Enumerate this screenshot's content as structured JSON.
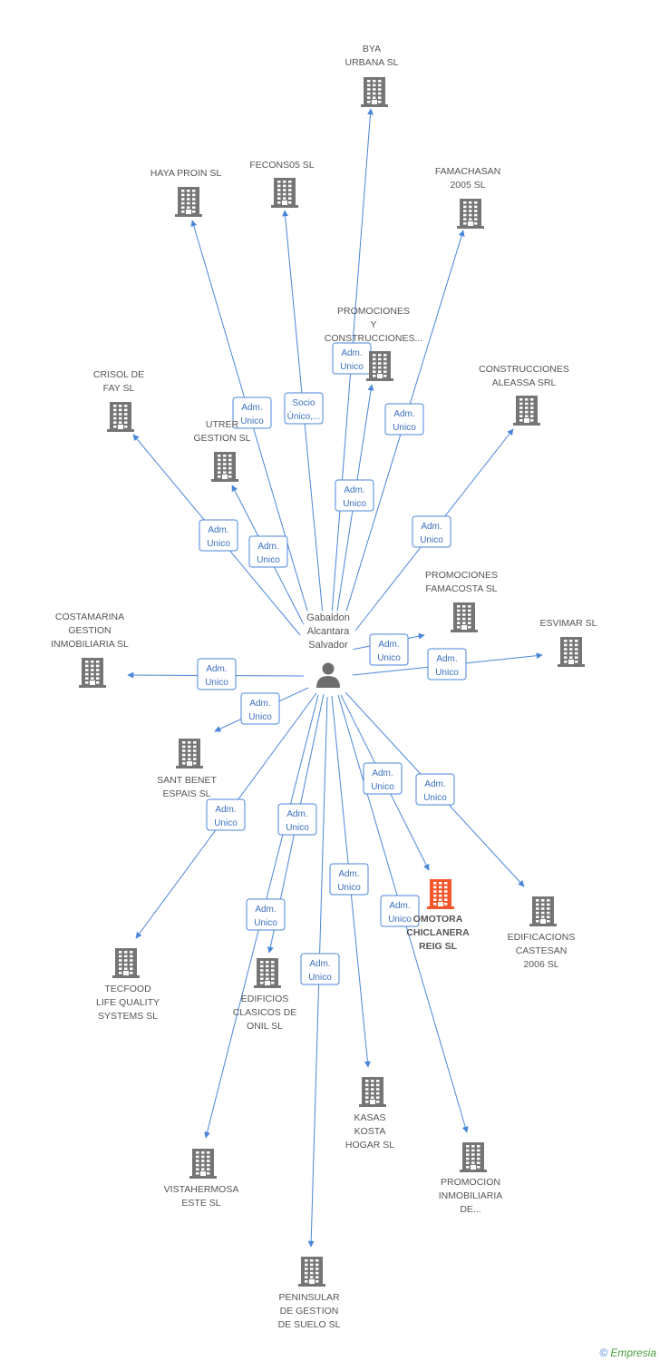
{
  "colors": {
    "edge": "#4a86d8",
    "building": "#757575",
    "highlight": "#f4562a"
  },
  "center": {
    "name_lines": [
      "Gabaldon",
      "Alcantara",
      "Salvador"
    ],
    "icon": "person-icon"
  },
  "nodes": [
    {
      "id": "bya",
      "lines": [
        "BYA",
        "URBANA SL"
      ],
      "role_lines": [
        "",
        ""
      ]
    },
    {
      "id": "haya",
      "lines": [
        "HAYA PROIN SL"
      ],
      "role_lines": [
        "Adm.",
        "Unico"
      ]
    },
    {
      "id": "fecons",
      "lines": [
        "FECONS05 SL"
      ],
      "role_lines": [
        "Socio",
        "Único,..."
      ]
    },
    {
      "id": "famachasan",
      "lines": [
        "FAMACHASAN",
        "2005 SL"
      ],
      "role_lines": [
        "Adm.",
        "Unico"
      ]
    },
    {
      "id": "promocons",
      "lines": [
        "PROMOCIONES",
        "Y",
        "CONSTRUCCIONES..."
      ],
      "role_lines": [
        "Adm.",
        "Unico"
      ]
    },
    {
      "id": "crisol",
      "lines": [
        "CRISOL DE",
        "FAY SL"
      ],
      "role_lines": [
        "Adm.",
        "Unico"
      ]
    },
    {
      "id": "utrer",
      "lines": [
        "UTRER",
        "GESTION SL"
      ],
      "role_lines": [
        "Adm.",
        "Unico"
      ]
    },
    {
      "id": "aleassa",
      "lines": [
        "CONSTRUCCIONES",
        "ALEASSA SRL"
      ],
      "role_lines": [
        "Adm.",
        "Unico"
      ]
    },
    {
      "id": "famacosta",
      "lines": [
        "PROMOCIONES",
        "FAMACOSTA SL"
      ],
      "role_lines": [
        "Adm.",
        "Unico"
      ]
    },
    {
      "id": "esvimar",
      "lines": [
        "ESVIMAR SL"
      ],
      "role_lines": [
        "Adm.",
        "Unico"
      ]
    },
    {
      "id": "costamarina",
      "lines": [
        "COSTAMARINA",
        "GESTION",
        "INMOBILIARIA SL"
      ],
      "role_lines": [
        "Adm.",
        "Unico"
      ]
    },
    {
      "id": "santbenet",
      "lines": [
        "SANT BENET",
        "ESPAIS SL"
      ],
      "role_lines": [
        "Adm.",
        "Unico"
      ]
    },
    {
      "id": "tecfood",
      "lines": [
        "TECFOOD",
        "LIFE QUALITY",
        "SYSTEMS SL"
      ],
      "role_lines": [
        "Adm.",
        "Unico"
      ]
    },
    {
      "id": "edificios",
      "lines": [
        "EDIFICIOS",
        "CLASICOS DE",
        "ONIL SL"
      ],
      "role_lines": [
        "Adm.",
        "Unico"
      ]
    },
    {
      "id": "chiclanera",
      "lines": [
        "OMOTORA",
        "CHICLANERA",
        "REIG SL"
      ],
      "role_lines": [
        "Adm.",
        "Unico"
      ]
    },
    {
      "id": "castesan",
      "lines": [
        "EDIFICACIONS",
        "CASTESAN",
        "2006 SL"
      ],
      "role_lines": [
        "Adm.",
        "Unico"
      ]
    },
    {
      "id": "vistahermosa",
      "lines": [
        "VISTAHERMOSA",
        "ESTE SL"
      ],
      "role_lines": [
        "Adm.",
        "Unico"
      ]
    },
    {
      "id": "kasas",
      "lines": [
        "KASAS",
        "KOSTA",
        "HOGAR SL"
      ],
      "role_lines": [
        "Adm.",
        "Unico"
      ]
    },
    {
      "id": "promocioninmo",
      "lines": [
        "PROMOCION",
        "INMOBILIARIA",
        "DE..."
      ],
      "role_lines": [
        "Adm.",
        "Unico"
      ]
    },
    {
      "id": "peninsular",
      "lines": [
        "PENINSULAR",
        "DE GESTION",
        "DE SUELO SL"
      ],
      "role_lines": [
        "Adm.",
        "Unico"
      ]
    }
  ],
  "footer": {
    "copyright": "©",
    "brand": "Empresia"
  }
}
